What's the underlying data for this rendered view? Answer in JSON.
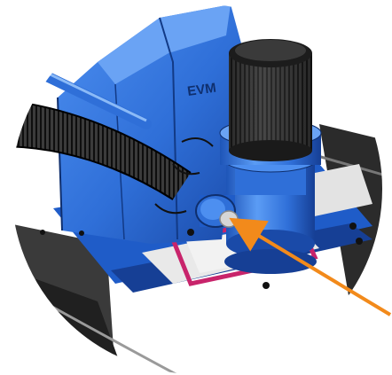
{
  "illustration": {
    "subject": "machine-detail-cutaway",
    "engraved_logo": "EVM",
    "colors": {
      "housing_blue": "#2f6fd8",
      "housing_dark": "#143a86",
      "highlight": "#7fb1f5",
      "callout_arrow": "#f28a1b",
      "gasket_pink": "#c8246b",
      "filter_dark": "#2a2a2a",
      "frame_gray": "#4a4a4a"
    },
    "callout": {
      "target": "outlet-port",
      "icon": "arrow-callout-icon"
    }
  }
}
